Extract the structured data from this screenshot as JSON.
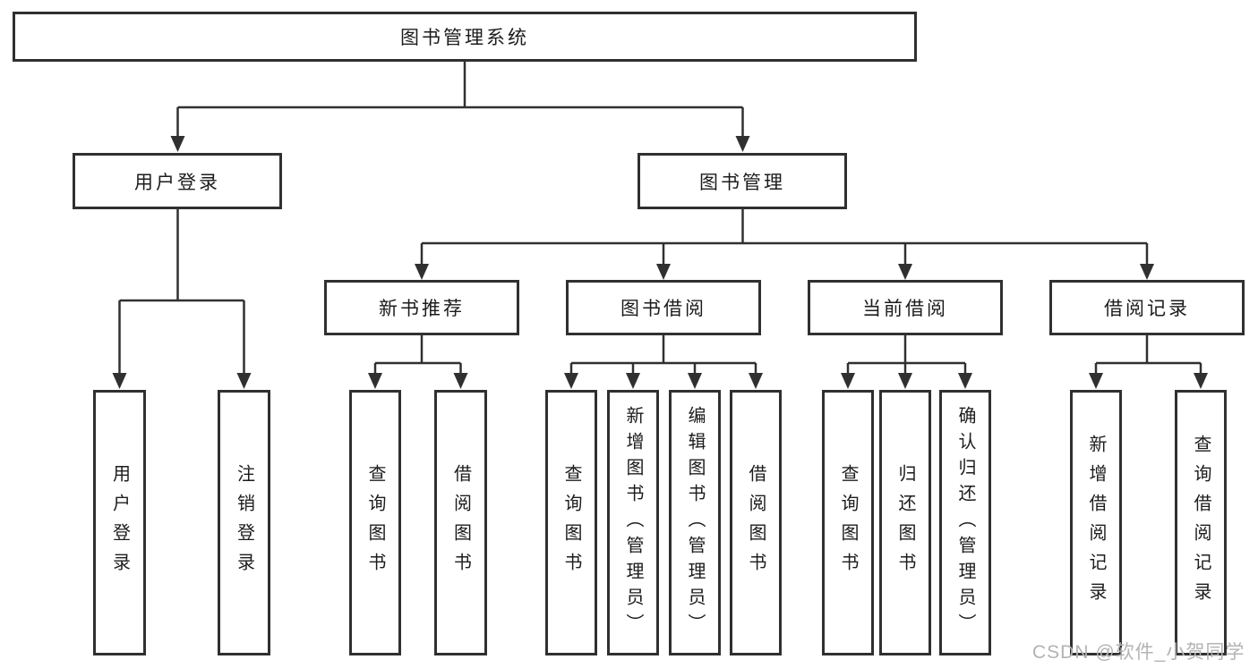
{
  "diagram": {
    "root": "图书管理系统",
    "branches": [
      {
        "label": "用户登录",
        "leaves": [
          "用户登录",
          "注销登录"
        ]
      },
      {
        "label": "图书管理",
        "groups": [
          {
            "label": "新书推荐",
            "leaves": [
              "查询图书",
              "借阅图书"
            ]
          },
          {
            "label": "图书借阅",
            "leaves": [
              "查询图书",
              "新增图书（管理员）",
              "编辑图书（管理员）",
              "借阅图书"
            ]
          },
          {
            "label": "当前借阅",
            "leaves": [
              "查询图书",
              "归还图书",
              "确认归还（管理员）"
            ]
          },
          {
            "label": "借阅记录",
            "leaves": [
              "新增借阅记录",
              "查询借阅记录"
            ]
          }
        ]
      }
    ]
  },
  "watermark": "CSDN @软件_小贺同学",
  "colors": {
    "line": "#303030",
    "text": "#1c1c1c",
    "background": "#ffffff",
    "watermark": "#b3b3b3"
  }
}
